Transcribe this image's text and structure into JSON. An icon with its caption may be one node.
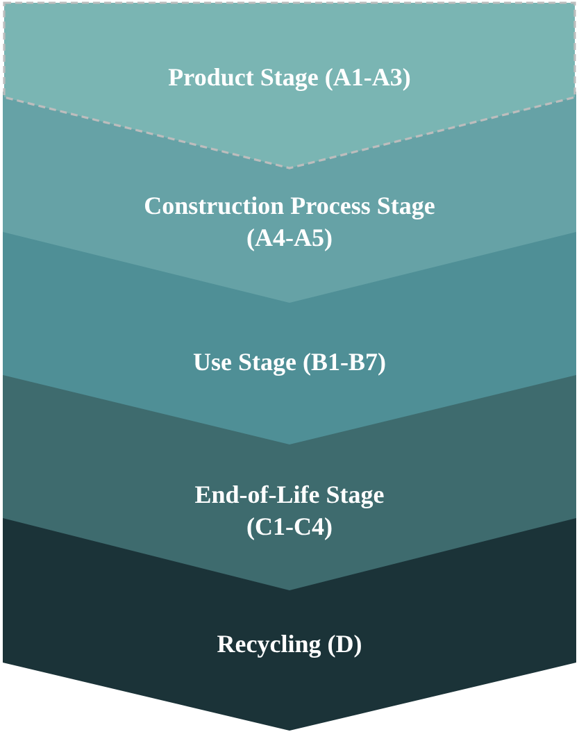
{
  "diagram": {
    "nodes": [
      {
        "text": [
          "Product Stage (A1-A3)"
        ]
      },
      {
        "text": [
          "Construction Process Stage (A4-A5)"
        ]
      },
      {
        "text": [
          "Use Stage (B1-B7)"
        ]
      },
      {
        "text": [
          "End-of-Life Stage (C1-C4)"
        ]
      },
      {
        "text": [
          "Recycling (D)"
        ]
      }
    ]
  }
}
